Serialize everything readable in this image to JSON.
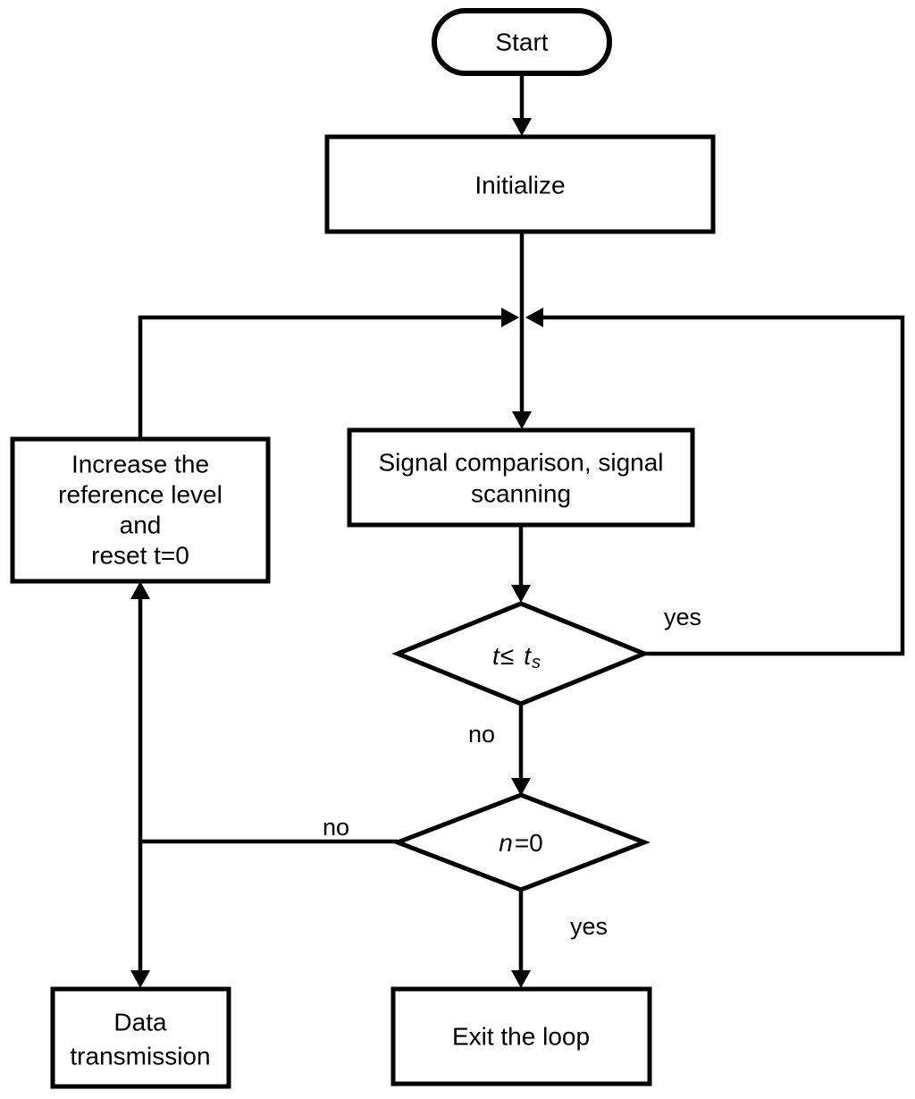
{
  "diagram": {
    "type": "flowchart",
    "colors": {
      "stroke": "#000000",
      "background": "#ffffff",
      "text": "#000000"
    },
    "nodes": {
      "start": {
        "shape": "terminator",
        "label": "Start"
      },
      "initialize": {
        "shape": "process",
        "label": "Initialize"
      },
      "increase_reference": {
        "shape": "process",
        "lines": [
          "Increase the",
          "reference level",
          "and",
          "reset t=0"
        ]
      },
      "signal_comparison": {
        "shape": "process",
        "lines": [
          "Signal comparison, signal",
          "scanning"
        ]
      },
      "t_condition": {
        "shape": "decision",
        "var1": "t",
        "operator": "≤",
        "var2": "t",
        "subscript": "s"
      },
      "n_condition": {
        "shape": "decision",
        "var": "n",
        "rest": "=0"
      },
      "data_transmission": {
        "shape": "process",
        "lines": [
          "Data",
          "transmission"
        ]
      },
      "exit_loop": {
        "shape": "process",
        "label": "Exit the loop"
      }
    },
    "edge_labels": {
      "t_yes": "yes",
      "t_no": "no",
      "n_no": "no",
      "n_yes": "yes"
    }
  }
}
